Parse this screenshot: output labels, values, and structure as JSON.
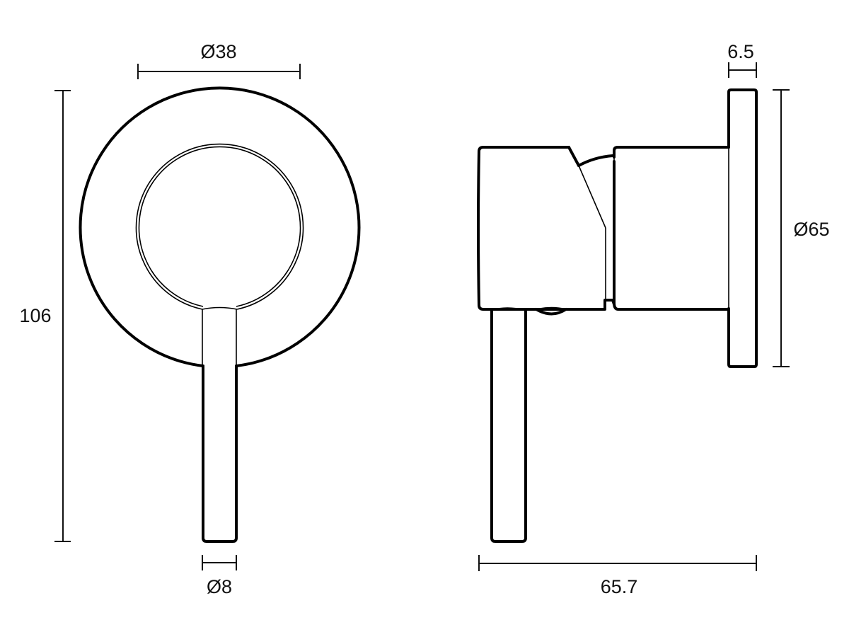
{
  "drawing": {
    "background": "#ffffff",
    "line_color": "#000000",
    "front_view": {
      "dimensions": {
        "outer_diameter": "Ø38",
        "overall_height": "106",
        "lever_diameter": "Ø8"
      }
    },
    "side_view": {
      "dimensions": {
        "flange_thickness": "6.5",
        "flange_diameter": "Ø65",
        "overall_depth": "65.7"
      }
    }
  }
}
